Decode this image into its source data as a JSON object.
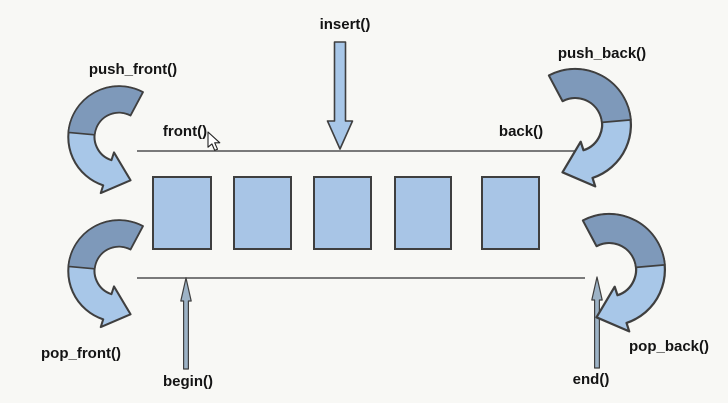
{
  "diagram": {
    "type": "deque-operations",
    "labels": {
      "insert": "insert()",
      "push_front": "push_front()",
      "push_back": "push_back()",
      "front": "front()",
      "back": "back()",
      "pop_front": "pop_front()",
      "pop_back": "pop_back()",
      "begin": "begin()",
      "end": "end()"
    },
    "element_count": 5,
    "colors": {
      "background": "#f8f8f5",
      "box_fill": "#a8c5e6",
      "arrow_light": "#a8c7e8",
      "arrow_dark": "#7e99ba",
      "iterator_arrow_fill": "#9db3c6",
      "outline": "#3f3f3f",
      "line": "#7a7a7a",
      "text": "#141414"
    }
  }
}
